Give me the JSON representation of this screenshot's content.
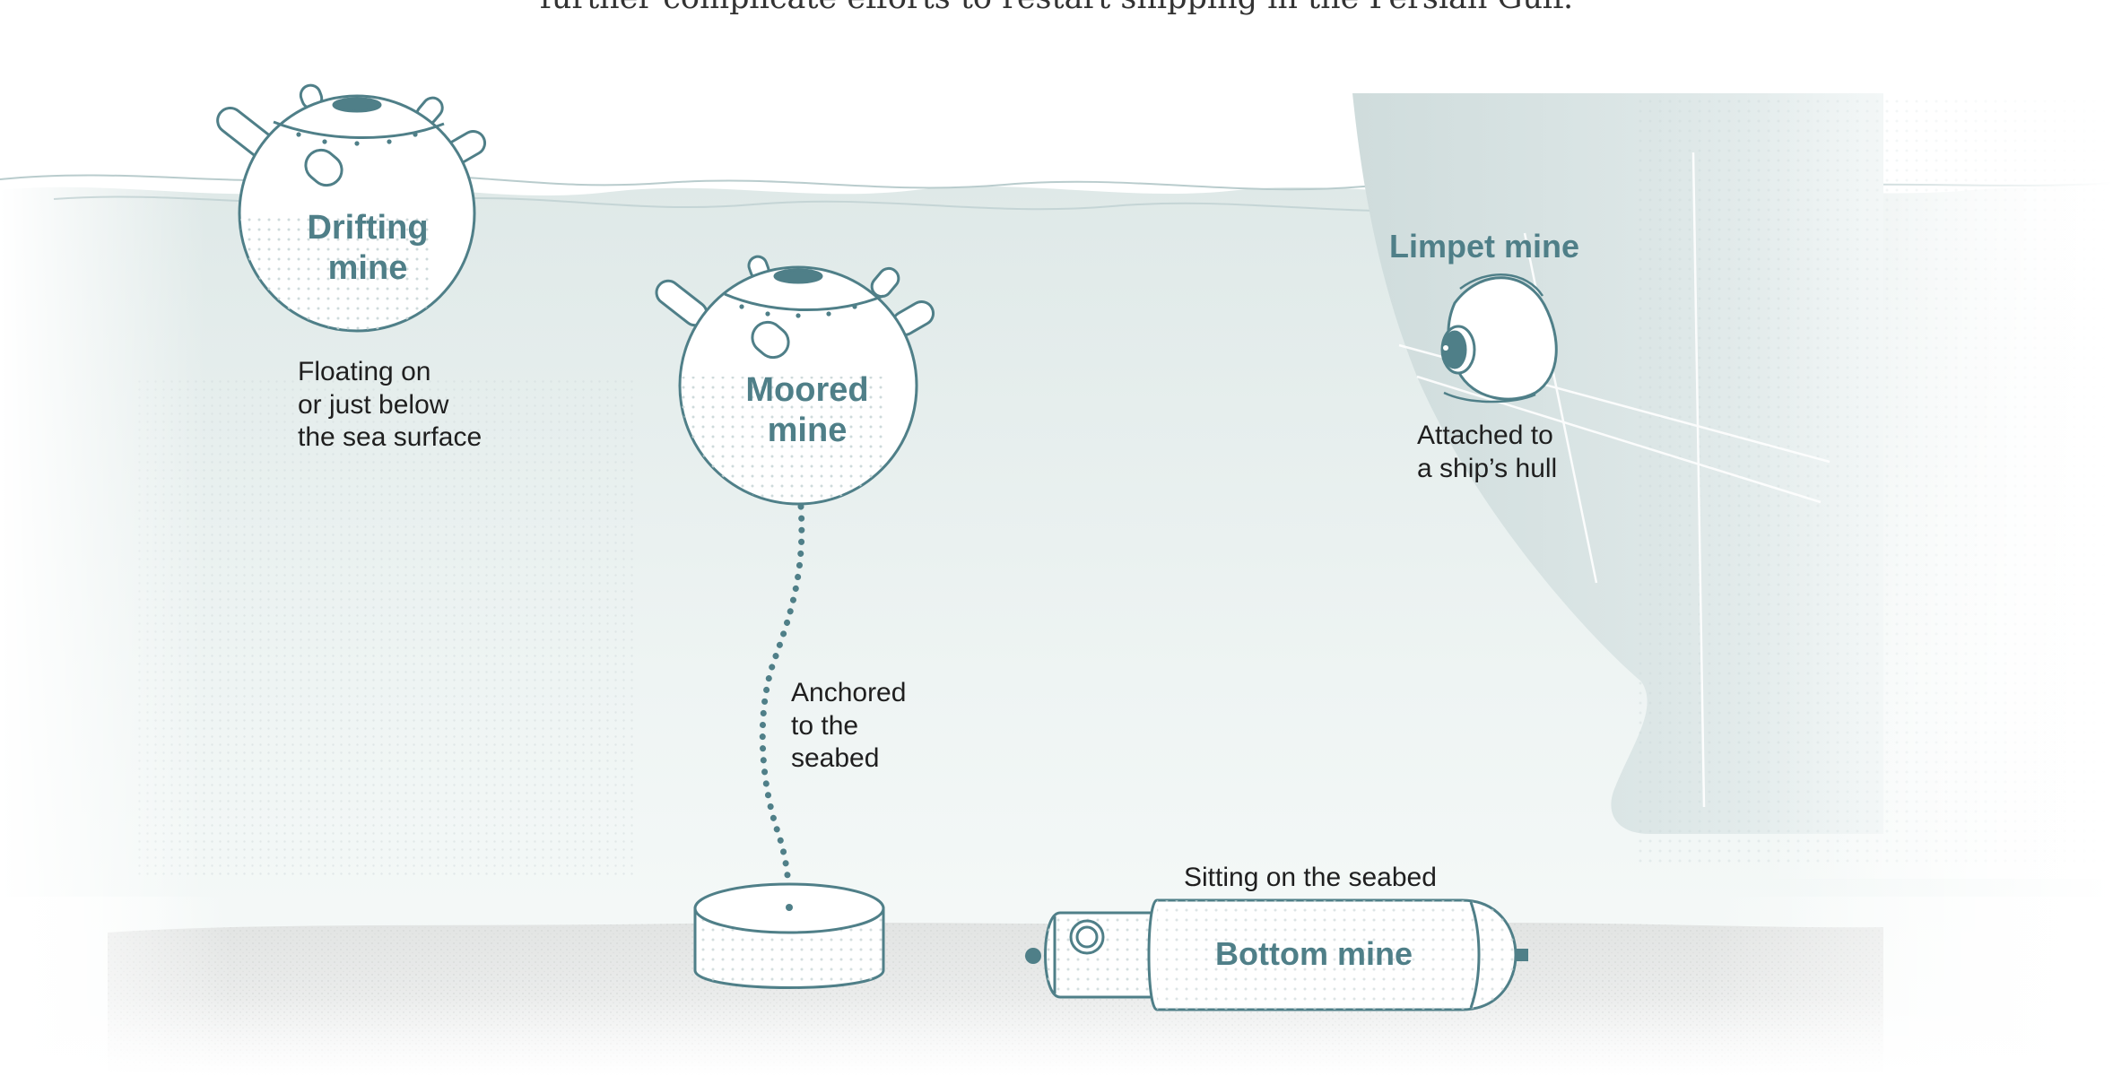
{
  "intro": {
    "text": "further complicate efforts to restart shipping in the Persian Gulf."
  },
  "mines": {
    "drifting": {
      "title": [
        "Drifting",
        "mine"
      ],
      "caption": [
        "Floating on",
        "or just below",
        "the sea surface"
      ]
    },
    "moored": {
      "title": [
        "Moored",
        "mine"
      ],
      "caption": [
        "Anchored",
        "to the",
        "seabed"
      ]
    },
    "limpet": {
      "title": [
        "Limpet mine"
      ],
      "caption": [
        "Attached to",
        "a ship’s hull"
      ]
    },
    "bottom": {
      "title": [
        "Bottom mine"
      ],
      "caption": [
        "Sitting on the seabed"
      ]
    }
  },
  "colors": {
    "mine_outline": "#4f7f88",
    "mine_fill": "#ffffff",
    "mine_dark": "#4f7f88",
    "water": "#e9f1f0",
    "hull": "#dbe6e6",
    "seabed": "#e4e6e5",
    "label_text": "#4f7f88",
    "caption_text": "#1f1f1f"
  }
}
